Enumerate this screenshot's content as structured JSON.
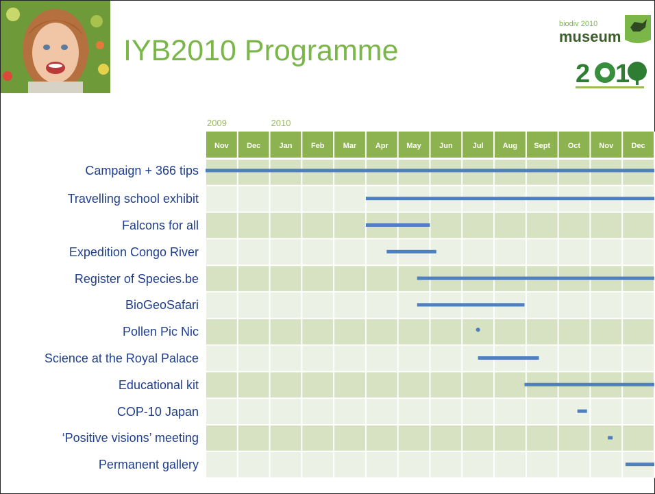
{
  "title": "IYB2010 Programme",
  "logos": {
    "museum_caption": "biodiv 2010",
    "museum_word": "museum"
  },
  "colors": {
    "title": "#7ab648",
    "header_fill": "#8cb34f",
    "row_dark": "#d6e2c2",
    "row_light": "#ecf1e5",
    "bar": "#4e7fbf",
    "label": "#1f3e8c",
    "year": "#9bbb59"
  },
  "chart_data": {
    "type": "gantt",
    "years": [
      {
        "label": "2009",
        "month_index": 0
      },
      {
        "label": "2010",
        "month_index": 2
      }
    ],
    "months": [
      "Nov",
      "Dec",
      "Jan",
      "Feb",
      "Mar",
      "Apr",
      "May",
      "Jun",
      "Jul",
      "Aug",
      "Sept",
      "Oct",
      "Nov",
      "Dec"
    ],
    "activities": [
      {
        "name": "Campaign + 366 tips",
        "start": 0.0,
        "end": 14.0
      },
      {
        "name": "Travelling school exhibit",
        "start": 5.0,
        "end": 14.0
      },
      {
        "name": "Falcons for all",
        "start": 5.0,
        "end": 7.0
      },
      {
        "name": "Expedition Congo River",
        "start": 5.65,
        "end": 7.2
      },
      {
        "name": "Register of Species.be",
        "start": 6.6,
        "end": 14.0
      },
      {
        "name": "BioGeoSafari",
        "start": 6.6,
        "end": 9.95
      },
      {
        "name": "Pollen Pic Nic",
        "start": 8.25,
        "end": 8.25,
        "point": true
      },
      {
        "name": "Science at the Royal Palace",
        "start": 8.5,
        "end": 10.4
      },
      {
        "name": "Educational kit",
        "start": 9.95,
        "end": 14.0
      },
      {
        "name": "COP-10 Japan",
        "start": 11.6,
        "end": 11.9
      },
      {
        "name": "‘Positive visions’ meeting",
        "start": 12.55,
        "end": 12.7
      },
      {
        "name": "Permanent gallery",
        "start": 13.1,
        "end": 14.0
      }
    ]
  }
}
